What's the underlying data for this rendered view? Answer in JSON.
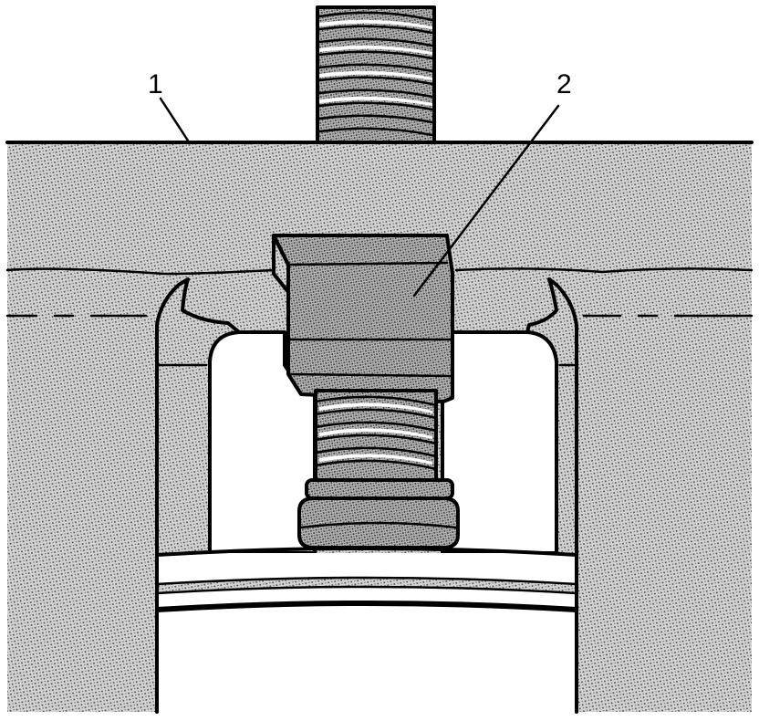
{
  "diagram": {
    "callouts": [
      {
        "id": "1",
        "label": "1"
      },
      {
        "id": "2",
        "label": "2"
      }
    ],
    "colors": {
      "ink": "#000000",
      "paper": "#ffffff",
      "hatch": "#9a9a9a"
    }
  }
}
